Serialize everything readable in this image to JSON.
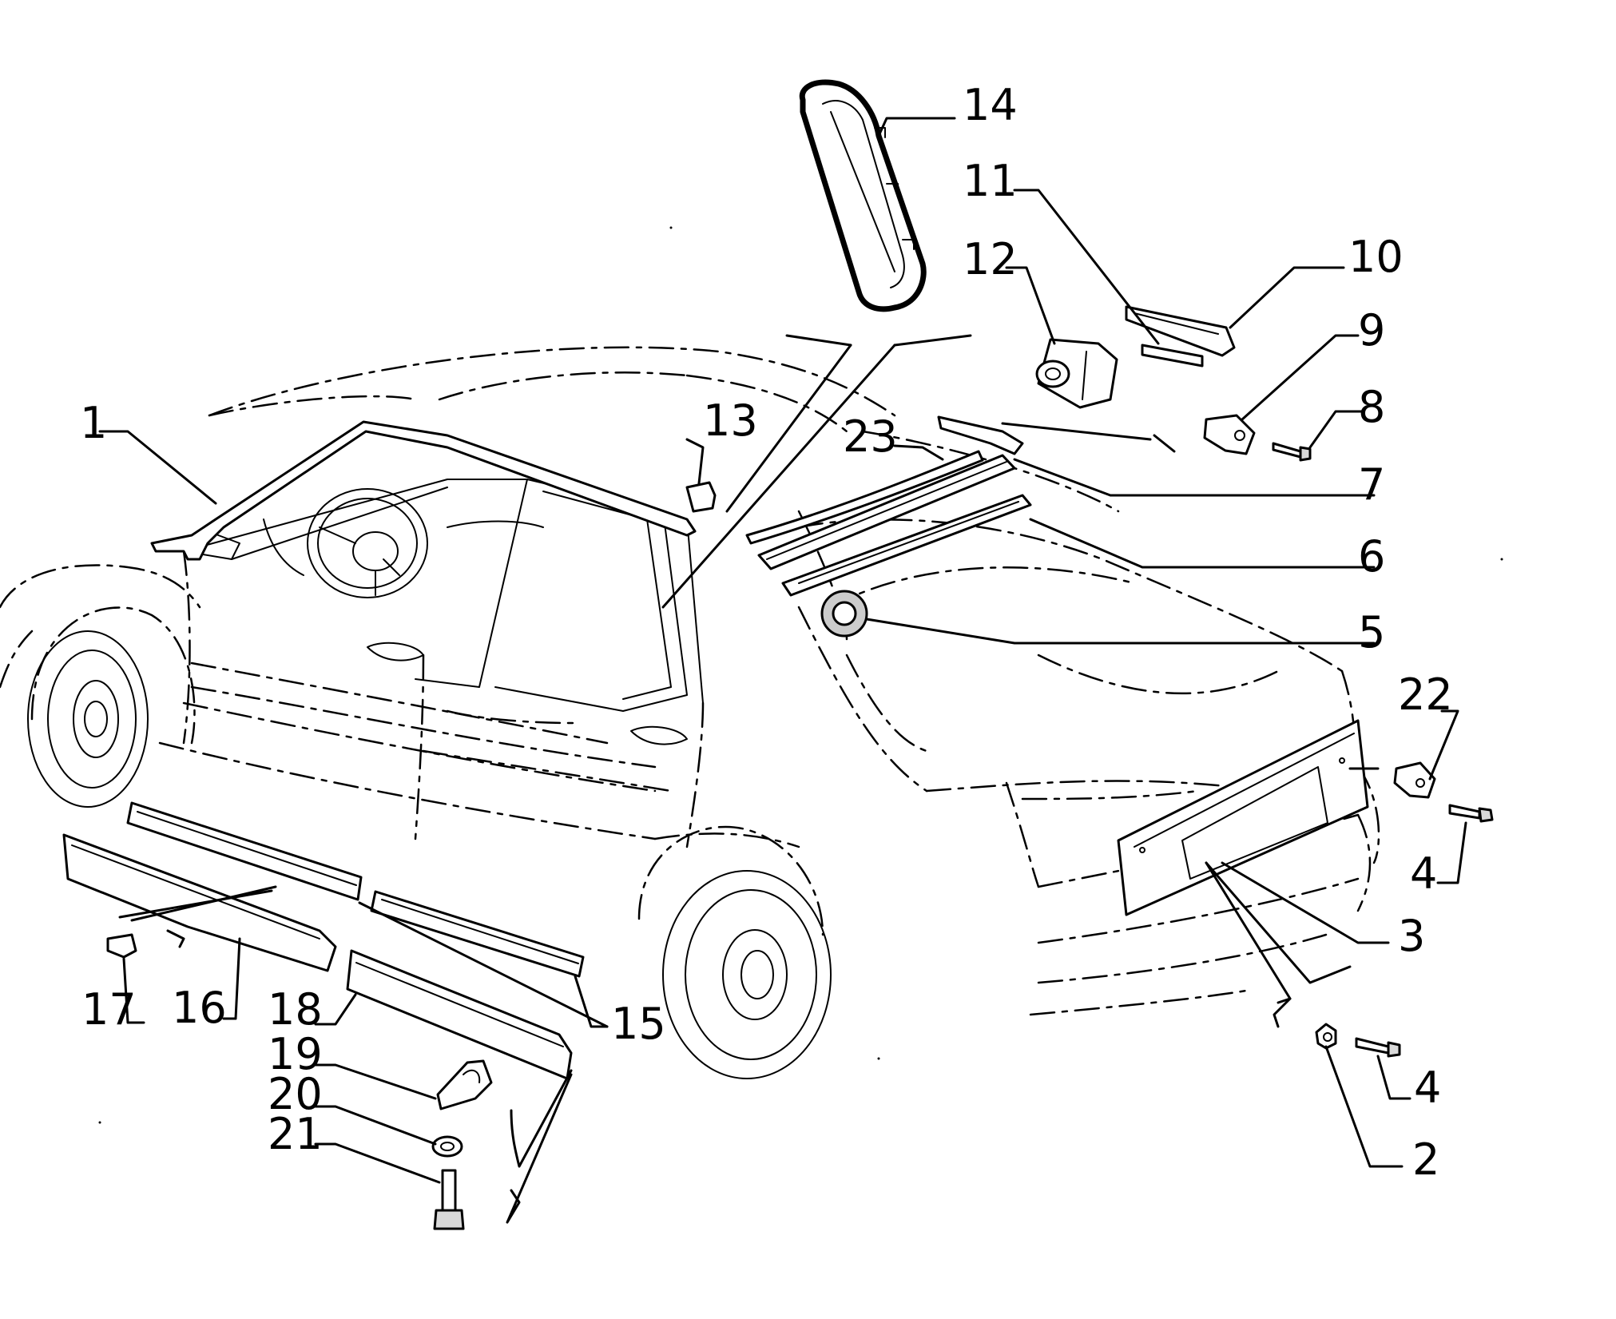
{
  "callouts": [
    {
      "id": "1",
      "label": "1"
    },
    {
      "id": "2",
      "label": "2"
    },
    {
      "id": "3",
      "label": "3"
    },
    {
      "id": "4a",
      "label": "4"
    },
    {
      "id": "4b",
      "label": "4"
    },
    {
      "id": "5",
      "label": "5"
    },
    {
      "id": "6",
      "label": "6"
    },
    {
      "id": "7",
      "label": "7"
    },
    {
      "id": "8",
      "label": "8"
    },
    {
      "id": "9",
      "label": "9"
    },
    {
      "id": "10",
      "label": "10"
    },
    {
      "id": "11",
      "label": "11"
    },
    {
      "id": "12",
      "label": "12"
    },
    {
      "id": "13",
      "label": "13"
    },
    {
      "id": "14",
      "label": "14"
    },
    {
      "id": "15",
      "label": "15"
    },
    {
      "id": "16",
      "label": "16"
    },
    {
      "id": "17",
      "label": "17"
    },
    {
      "id": "18",
      "label": "18"
    },
    {
      "id": "19",
      "label": "19"
    },
    {
      "id": "20",
      "label": "20"
    },
    {
      "id": "21",
      "label": "21"
    },
    {
      "id": "22",
      "label": "22"
    },
    {
      "id": "23",
      "label": "23"
    }
  ]
}
